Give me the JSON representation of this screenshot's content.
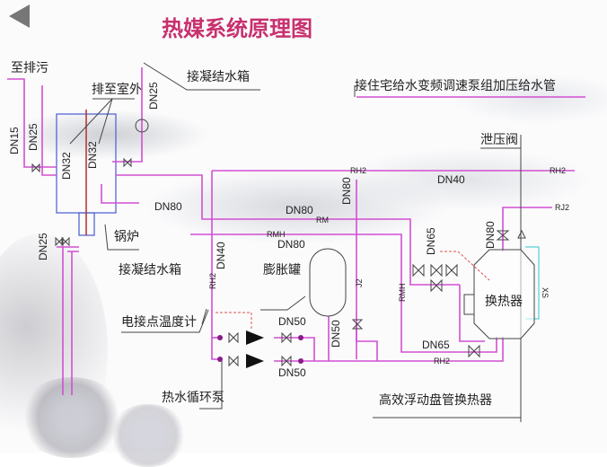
{
  "title": "热媒系统原理图",
  "colors": {
    "title": "#c8306e",
    "pipe": "#d24fd2",
    "boiler_box": "#4a5bd0",
    "flue": "#b0302a",
    "leader": "#444444",
    "xs_line": "#30c8c8"
  },
  "icons": {
    "back": "back-triangle-icon"
  },
  "labels": {
    "to_sewage": "至排污",
    "to_condensate_tank_top": "接凝结水箱",
    "exhaust_outdoor": "排至室外",
    "residential_supply": "接住宅给水变频调速泵组加压给水管",
    "relief_valve": "泄压阀",
    "boiler": "锅炉",
    "to_condensate_tank_bottom": "接凝结水箱",
    "expansion_tank": "膨胀罐",
    "heat_exchanger": "换热器",
    "thermometer": "电接点温度计",
    "circ_pump": "热水循环泵",
    "coil_exchanger": "高效浮动盘管换热器"
  },
  "pipe_tags": {
    "dn15": "DN15",
    "dn25_left": "DN25",
    "dn25_top": "DN25",
    "dn25_bottom": "DN25",
    "dn32_a": "DN32",
    "dn32_b": "DN32",
    "dn80_out": "DN80",
    "rh2_top": "RH2",
    "dn40_top": "DN40",
    "rh2_right": "RH2",
    "rj2": "RJ2",
    "dn80_rm": "DN80",
    "rm": "RM",
    "dn80_vert": "DN80",
    "rmh": "RMH",
    "dn80_rmh": "DN80",
    "dn40_vert": "DN40",
    "rh2_vert": "RH2",
    "j2": "J2",
    "dn65_vert": "DN65",
    "rmh_vert": "RMH",
    "dn80_hx": "DN80",
    "xs": "XS",
    "dn50_top": "DN50",
    "dn50_bottom": "DN50",
    "dn50_vert": "DN50",
    "dn65_bottom": "DN65",
    "rh2_bottom": "RH2"
  }
}
